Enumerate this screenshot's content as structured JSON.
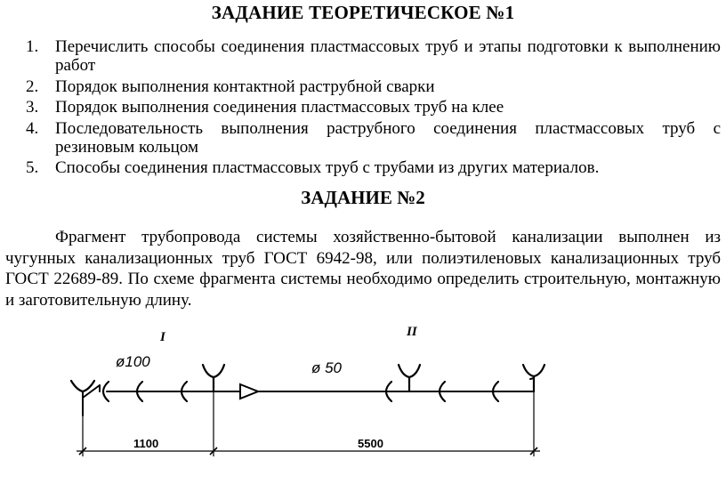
{
  "task1": {
    "title": "ЗАДАНИЕ ТЕОРЕТИЧЕСКОЕ №1",
    "items": [
      {
        "num": "1.",
        "text": "Перечислить способы соединения пластмассовых труб и этапы подготовки к выполнению работ"
      },
      {
        "num": "2.",
        "text": "Порядок выполнения контактной раструбной сварки"
      },
      {
        "num": "3.",
        "text": "Порядок выполнения соединения пластмассовых труб на клее"
      },
      {
        "num": "4.",
        "text": "Последовательность выполнения раструбного соединения пластмассовых труб с резиновым кольцом"
      },
      {
        "num": "5.",
        "text": "Способы соединения пластмассовых труб с трубами из других материалов."
      }
    ]
  },
  "task2": {
    "title": "ЗАДАНИЕ №2",
    "paragraph": "Фрагмент трубопровода системы хозяйственно-бытовой канализации выполнен из чугунных канализационных труб ГОСТ 6942-98, или полиэтиленовых канализационных труб ГОСТ 22689-89. По схеме фрагмента системы  необходимо определить строительную, монтажную и заготовительную длину."
  },
  "scheme": {
    "section_1_label": "I",
    "section_2_label": "II",
    "diameter_1": "ø100",
    "diameter_2": "ø 50",
    "dimension_1": "1100",
    "dimension_2": "5500"
  }
}
